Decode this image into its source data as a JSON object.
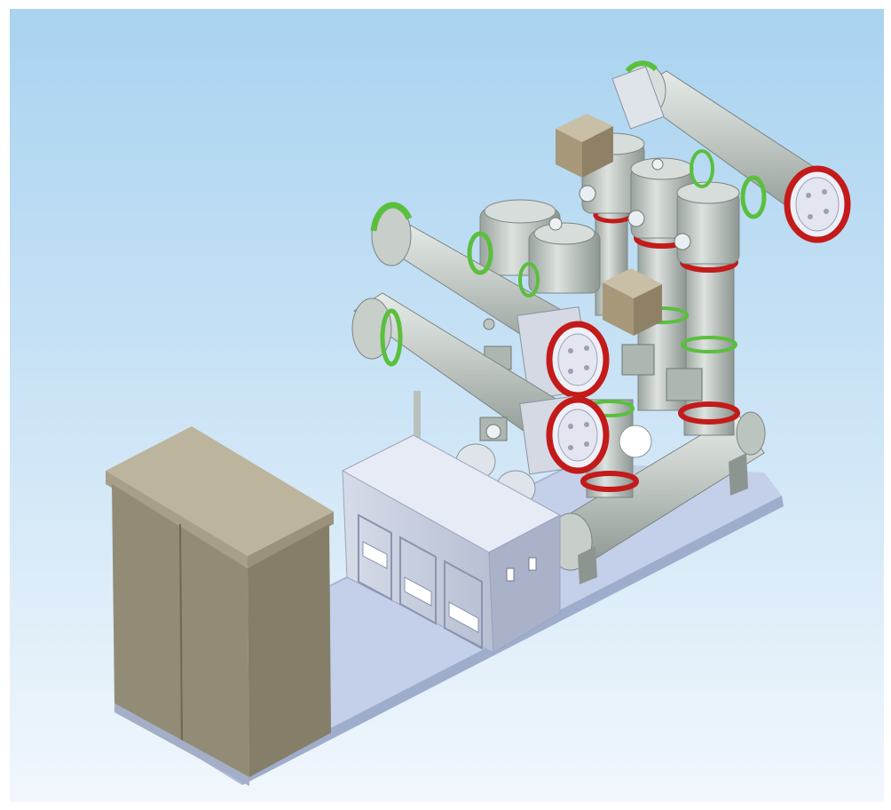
{
  "viewport": {
    "colors": {
      "sky_top": "#a9d3f0",
      "sky_bottom": "#f1f7fc",
      "enclosure": "#bcc4c0",
      "flange_red": "#c31a1a",
      "seal_green": "#5bbf3e",
      "cabinet": "#918a76",
      "base_frame": "#c4d0ea"
    },
    "objects": [
      "local-control-cabinet",
      "base-frame",
      "low-voltage-control-box",
      "main-busbar-enclosure",
      "circuit-breaker-lower",
      "circuit-breaker-upper",
      "disconnector-modules",
      "vertical-bushing-columns",
      "upper-busbar-enclosure",
      "operating-mechanism-boxes"
    ]
  }
}
